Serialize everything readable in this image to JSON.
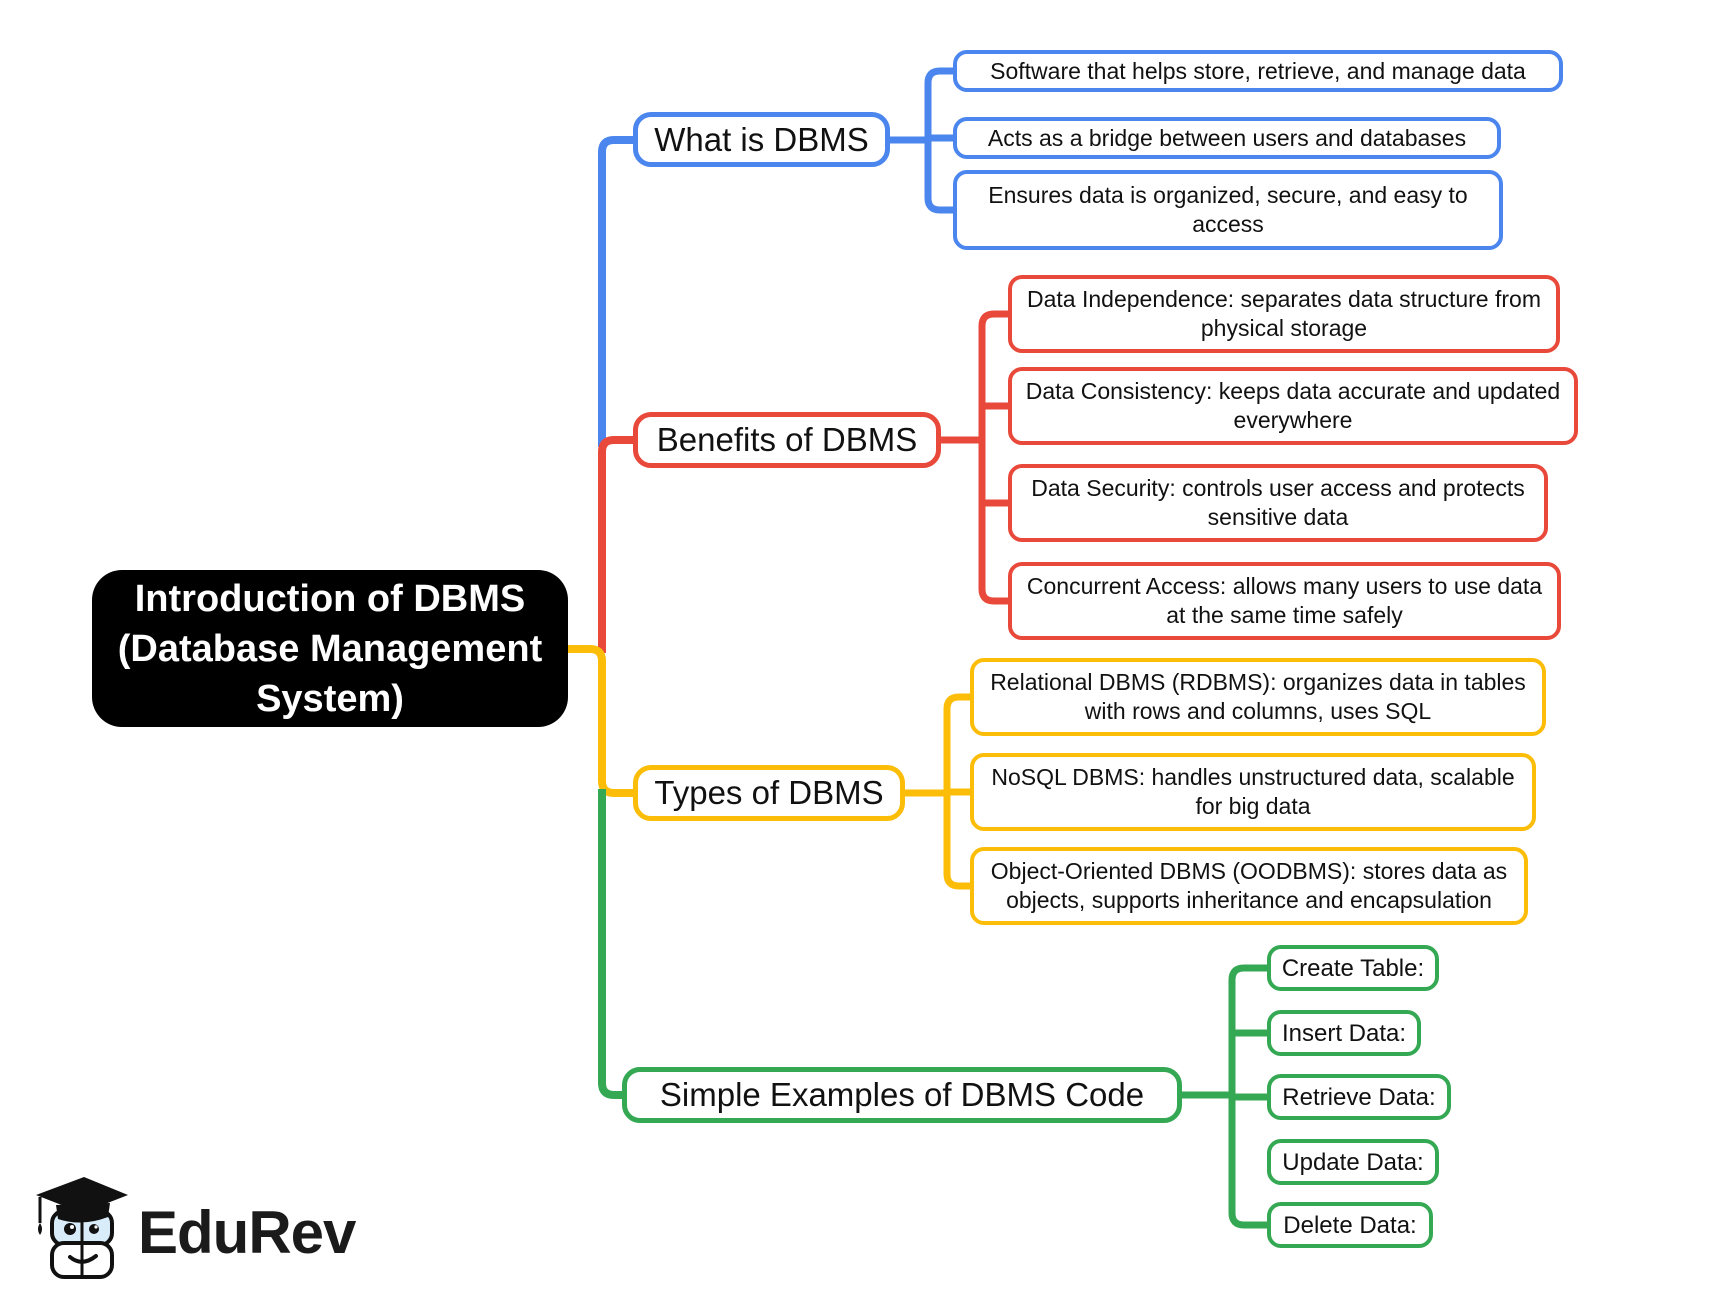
{
  "root": {
    "label": "Introduction of DBMS (Database Management System)",
    "bg_color": "#000000",
    "text_color": "#ffffff"
  },
  "branches": [
    {
      "label": "What is DBMS",
      "color": "#4a86ee",
      "leaves": [
        "Software that helps store, retrieve, and manage data",
        "Acts as a bridge between users and databases",
        "Ensures data is organized, secure, and easy to access"
      ]
    },
    {
      "label": "Benefits of DBMS",
      "color": "#e8493a",
      "leaves": [
        "Data Independence: separates data structure from physical storage",
        "Data Consistency: keeps data accurate and updated everywhere",
        "Data Security: controls user access and protects sensitive data",
        "Concurrent Access: allows many users to use data at the same time safely"
      ]
    },
    {
      "label": "Types of DBMS",
      "color": "#fcbd09",
      "leaves": [
        "Relational DBMS (RDBMS): organizes data in tables with rows and columns, uses SQL",
        "NoSQL DBMS: handles unstructured data, scalable for big data",
        "Object-Oriented DBMS (OODBMS): stores data as objects, supports inheritance and encapsulation"
      ]
    },
    {
      "label": "Simple Examples of DBMS Code",
      "color": "#34a853",
      "leaves": [
        "Create Table:",
        "Insert Data:",
        "Retrieve Data:",
        "Update Data:",
        "Delete Data:"
      ]
    }
  ],
  "logo": {
    "brand": "EduRev"
  }
}
